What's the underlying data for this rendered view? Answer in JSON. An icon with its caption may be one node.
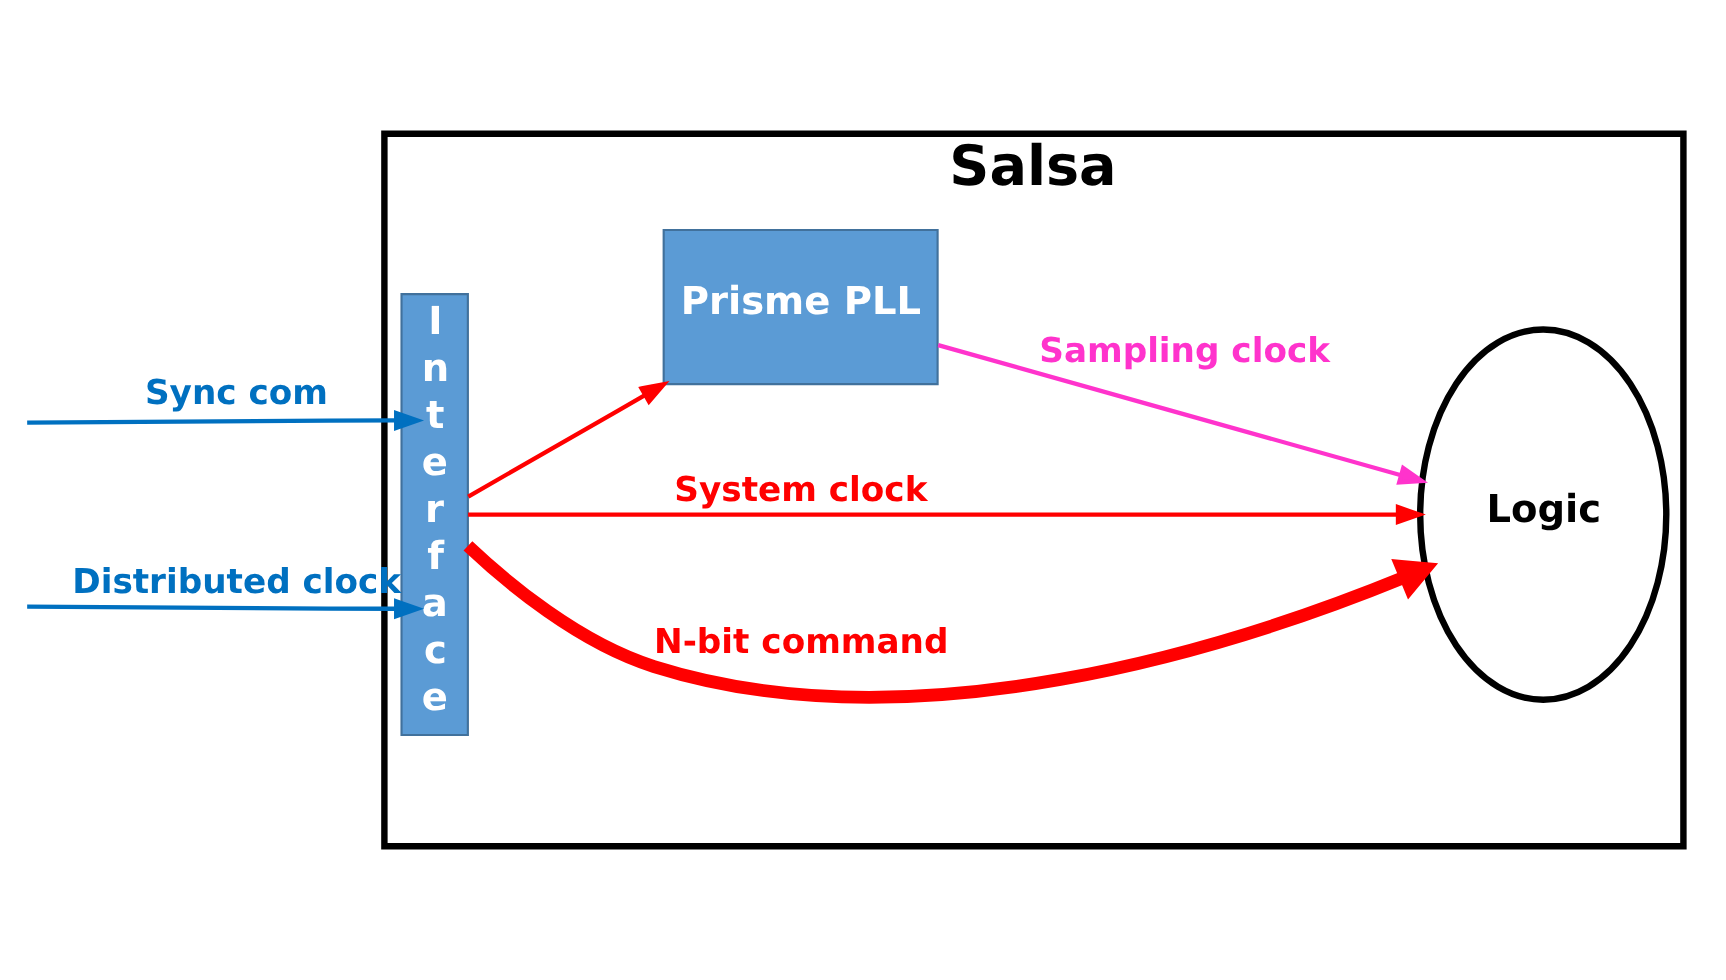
{
  "diagram": {
    "nodes": [
      {
        "text": [
          "Salsa"
        ]
      },
      {
        "text": [
          "Interface"
        ],
        "in": 0
      },
      {
        "text": [
          "Logic"
        ],
        "in": 0
      },
      {
        "text": [
          "Prisme PLL"
        ],
        "in": 0
      }
    ],
    "edges": [
      {
        "from": null,
        "to": 1,
        "arrow": "to",
        "label": "Sync com",
        "color": "#0070c0"
      },
      {
        "from": null,
        "to": 1,
        "arrow": "to",
        "label": "Distributed clock",
        "color": "#0070c0"
      },
      {
        "from": 1,
        "to": 2,
        "arrow": "to",
        "label": "N-bit command",
        "style": "thick"
      },
      {
        "from": 1,
        "to": 2,
        "arrow": "to",
        "label": "System clock"
      },
      {
        "from": 1,
        "to": 3,
        "arrow": "to"
      },
      {
        "from": 3,
        "to": 2,
        "arrow": "to",
        "label": "Sampling clock",
        "color": "#ff33cc"
      }
    ]
  }
}
